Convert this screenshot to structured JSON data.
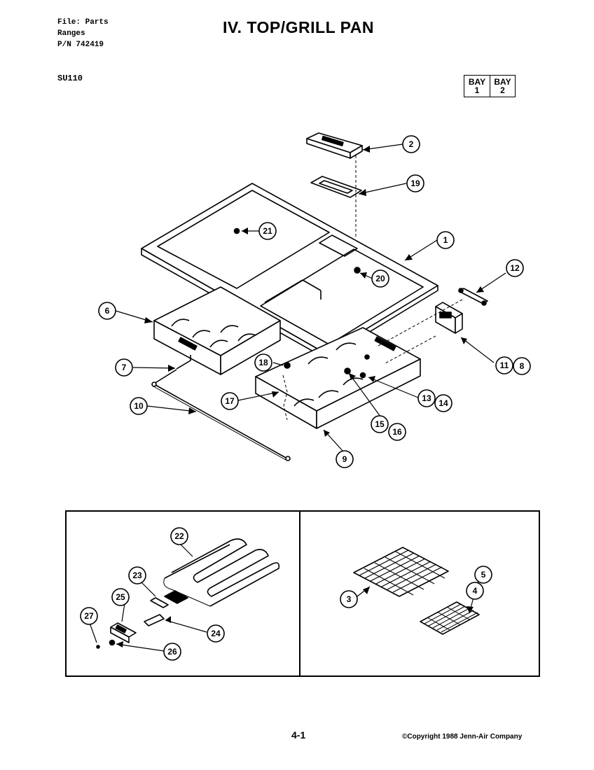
{
  "header": {
    "file_line": "File: Parts",
    "category_line": "Ranges",
    "part_number_line": "P/N 742419",
    "model": "SU110",
    "title": "IV. TOP/GRILL PAN"
  },
  "bay": {
    "cells": [
      {
        "label": "BAY",
        "num": "1"
      },
      {
        "label": "BAY",
        "num": "2"
      }
    ]
  },
  "callouts": [
    "1",
    "2",
    "3",
    "4",
    "5",
    "6",
    "7",
    "8",
    "9",
    "10",
    "11",
    "12",
    "13",
    "14",
    "15",
    "16",
    "17",
    "18",
    "19",
    "20",
    "21",
    "22",
    "23",
    "24",
    "25",
    "26",
    "27"
  ],
  "footer": {
    "page_number": "4-1",
    "copyright": "©Copyright 1988 Jenn-Air Company"
  }
}
